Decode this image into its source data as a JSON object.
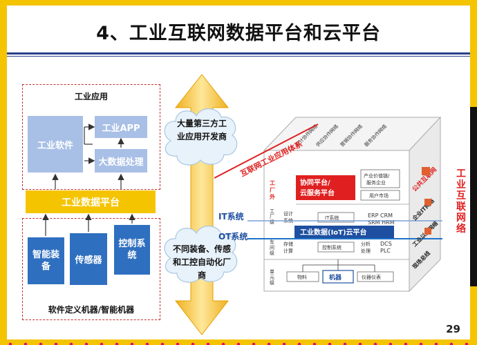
{
  "title": "4、工业互联网数据平台和云平台",
  "page_number": "29",
  "left": {
    "app_header": "工业应用",
    "industrial_software": "工业软件",
    "industrial_app": "工业APP",
    "big_data": "大数据处理",
    "data_platform": "工业数据平台",
    "smart_equipment": "智能装备",
    "sensor": "传感器",
    "control_system": "控制系统",
    "machine_footer": "软件定义机器/智能机器"
  },
  "middle": {
    "top_cloud": "大量第三方工业应用开发商",
    "bottom_cloud": "不同装备、传感和工控自动化厂商"
  },
  "right": {
    "app_system": "互联网工业应用体系",
    "design_collab": "设计协作网络",
    "supply_collab": "供应协作网络",
    "sales_collab": "营销协作网络",
    "service_collab": "服务协作网络",
    "collab_platform": "协同平台/云服务平台",
    "value_chain": "产业价值链/服务企业",
    "user_market": "用户市场",
    "public_network": "公共互联网",
    "external": "工厂外",
    "plant_level": "工厂级",
    "design_system": "设计系统",
    "it_system_box": "IT系统",
    "erp": "ERP",
    "crm": "CRM",
    "srm": "SRM",
    "hrm": "HRM",
    "it_system": "IT系统",
    "ot_system": "OT系统",
    "iot_cloud": "工业数据(IoT)云平台",
    "enterprise_it": "企业IT网络",
    "workshop_level": "车间级",
    "storage_compute": "存储计算",
    "control_system": "控制系统",
    "analysis": "分析处理",
    "dcs": "DCS",
    "plc": "PLC",
    "industrial_ethernet": "工业以太网",
    "field_bus": "现场总线",
    "unit_level": "单元级",
    "materials": "物料",
    "machine": "机器",
    "instruments": "仪器仪表",
    "industrial_internet": "工业互联网络"
  },
  "colors": {
    "blue_box": "#a8bfe6",
    "orange": "#f5c400",
    "red": "#e02020",
    "blue_line": "#1e73c8"
  }
}
